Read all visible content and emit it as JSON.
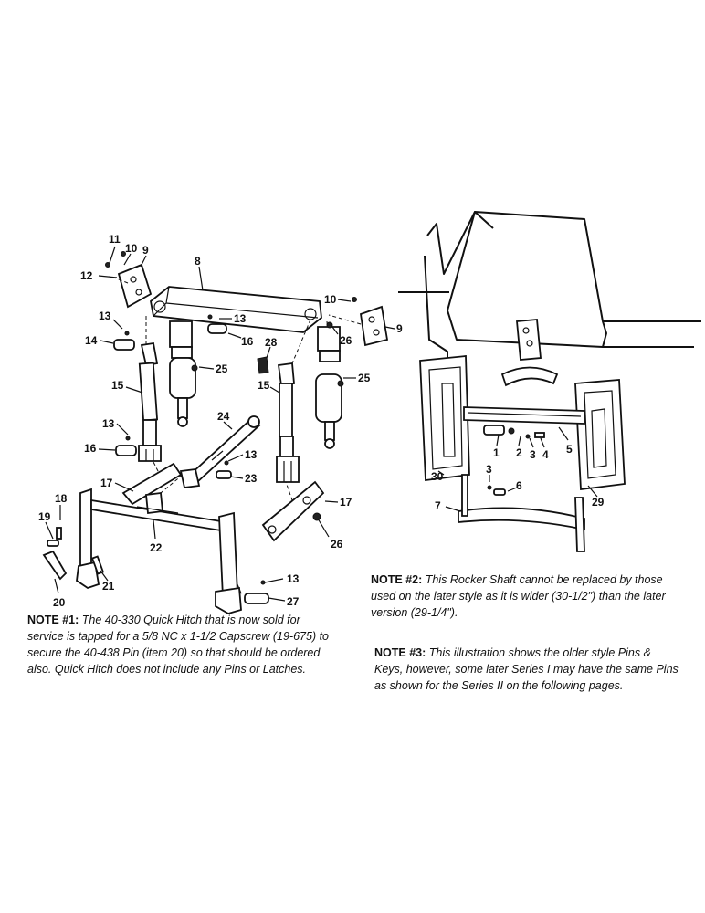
{
  "callouts": [
    {
      "id": "c11-a",
      "text": "11"
    },
    {
      "id": "c10-a",
      "text": "10"
    },
    {
      "id": "c9-a",
      "text": "9"
    },
    {
      "id": "c12",
      "text": "12"
    },
    {
      "id": "c8",
      "text": "8"
    },
    {
      "id": "c10-b",
      "text": "10"
    },
    {
      "id": "c9-b",
      "text": "9"
    },
    {
      "id": "c13-a",
      "text": "13"
    },
    {
      "id": "c13-b",
      "text": "13"
    },
    {
      "id": "c14",
      "text": "14"
    },
    {
      "id": "c16-a",
      "text": "16"
    },
    {
      "id": "c26-a",
      "text": "26"
    },
    {
      "id": "c28",
      "text": "28"
    },
    {
      "id": "c25-a",
      "text": "25"
    },
    {
      "id": "c25-b",
      "text": "25"
    },
    {
      "id": "c15-a",
      "text": "15"
    },
    {
      "id": "c15-b",
      "text": "15"
    },
    {
      "id": "c13-c",
      "text": "13"
    },
    {
      "id": "c24",
      "text": "24"
    },
    {
      "id": "c16-b",
      "text": "16"
    },
    {
      "id": "c13-d",
      "text": "13"
    },
    {
      "id": "c23",
      "text": "23"
    },
    {
      "id": "c17-a",
      "text": "17"
    },
    {
      "id": "c17-b",
      "text": "17"
    },
    {
      "id": "c18",
      "text": "18"
    },
    {
      "id": "c19",
      "text": "19"
    },
    {
      "id": "c22",
      "text": "22"
    },
    {
      "id": "c26-b",
      "text": "26"
    },
    {
      "id": "c21",
      "text": "21"
    },
    {
      "id": "c20",
      "text": "20"
    },
    {
      "id": "c13-e",
      "text": "13"
    },
    {
      "id": "c27",
      "text": "27"
    },
    {
      "id": "c1",
      "text": "1"
    },
    {
      "id": "c2",
      "text": "2"
    },
    {
      "id": "c3-a",
      "text": "3"
    },
    {
      "id": "c4",
      "text": "4"
    },
    {
      "id": "c5",
      "text": "5"
    },
    {
      "id": "c30",
      "text": "30"
    },
    {
      "id": "c3-b",
      "text": "3"
    },
    {
      "id": "c6",
      "text": "6"
    },
    {
      "id": "c29",
      "text": "29"
    },
    {
      "id": "c7",
      "text": "7"
    }
  ],
  "notes": {
    "note1": {
      "label": "NOTE #1:",
      "text": "The 40-330 Quick Hitch that is now sold for service is tapped for a 5/8 NC x 1-1/2 Capscrew (19-675) to secure the 40-438 Pin (item 20) so that should be ordered also. Quick Hitch does not include any Pins or Latches."
    },
    "note2": {
      "label": "NOTE #2:",
      "text": "This Rocker Shaft cannot be replaced by those used on the later style as it is wider (30-1/2\") than the later version (29-1/4\")."
    },
    "note3": {
      "label": "NOTE #3:",
      "text": "This illustration shows the older style Pins & Keys, however, some later Series I may have the same Pins as shown for the Series II on the following pages."
    }
  }
}
